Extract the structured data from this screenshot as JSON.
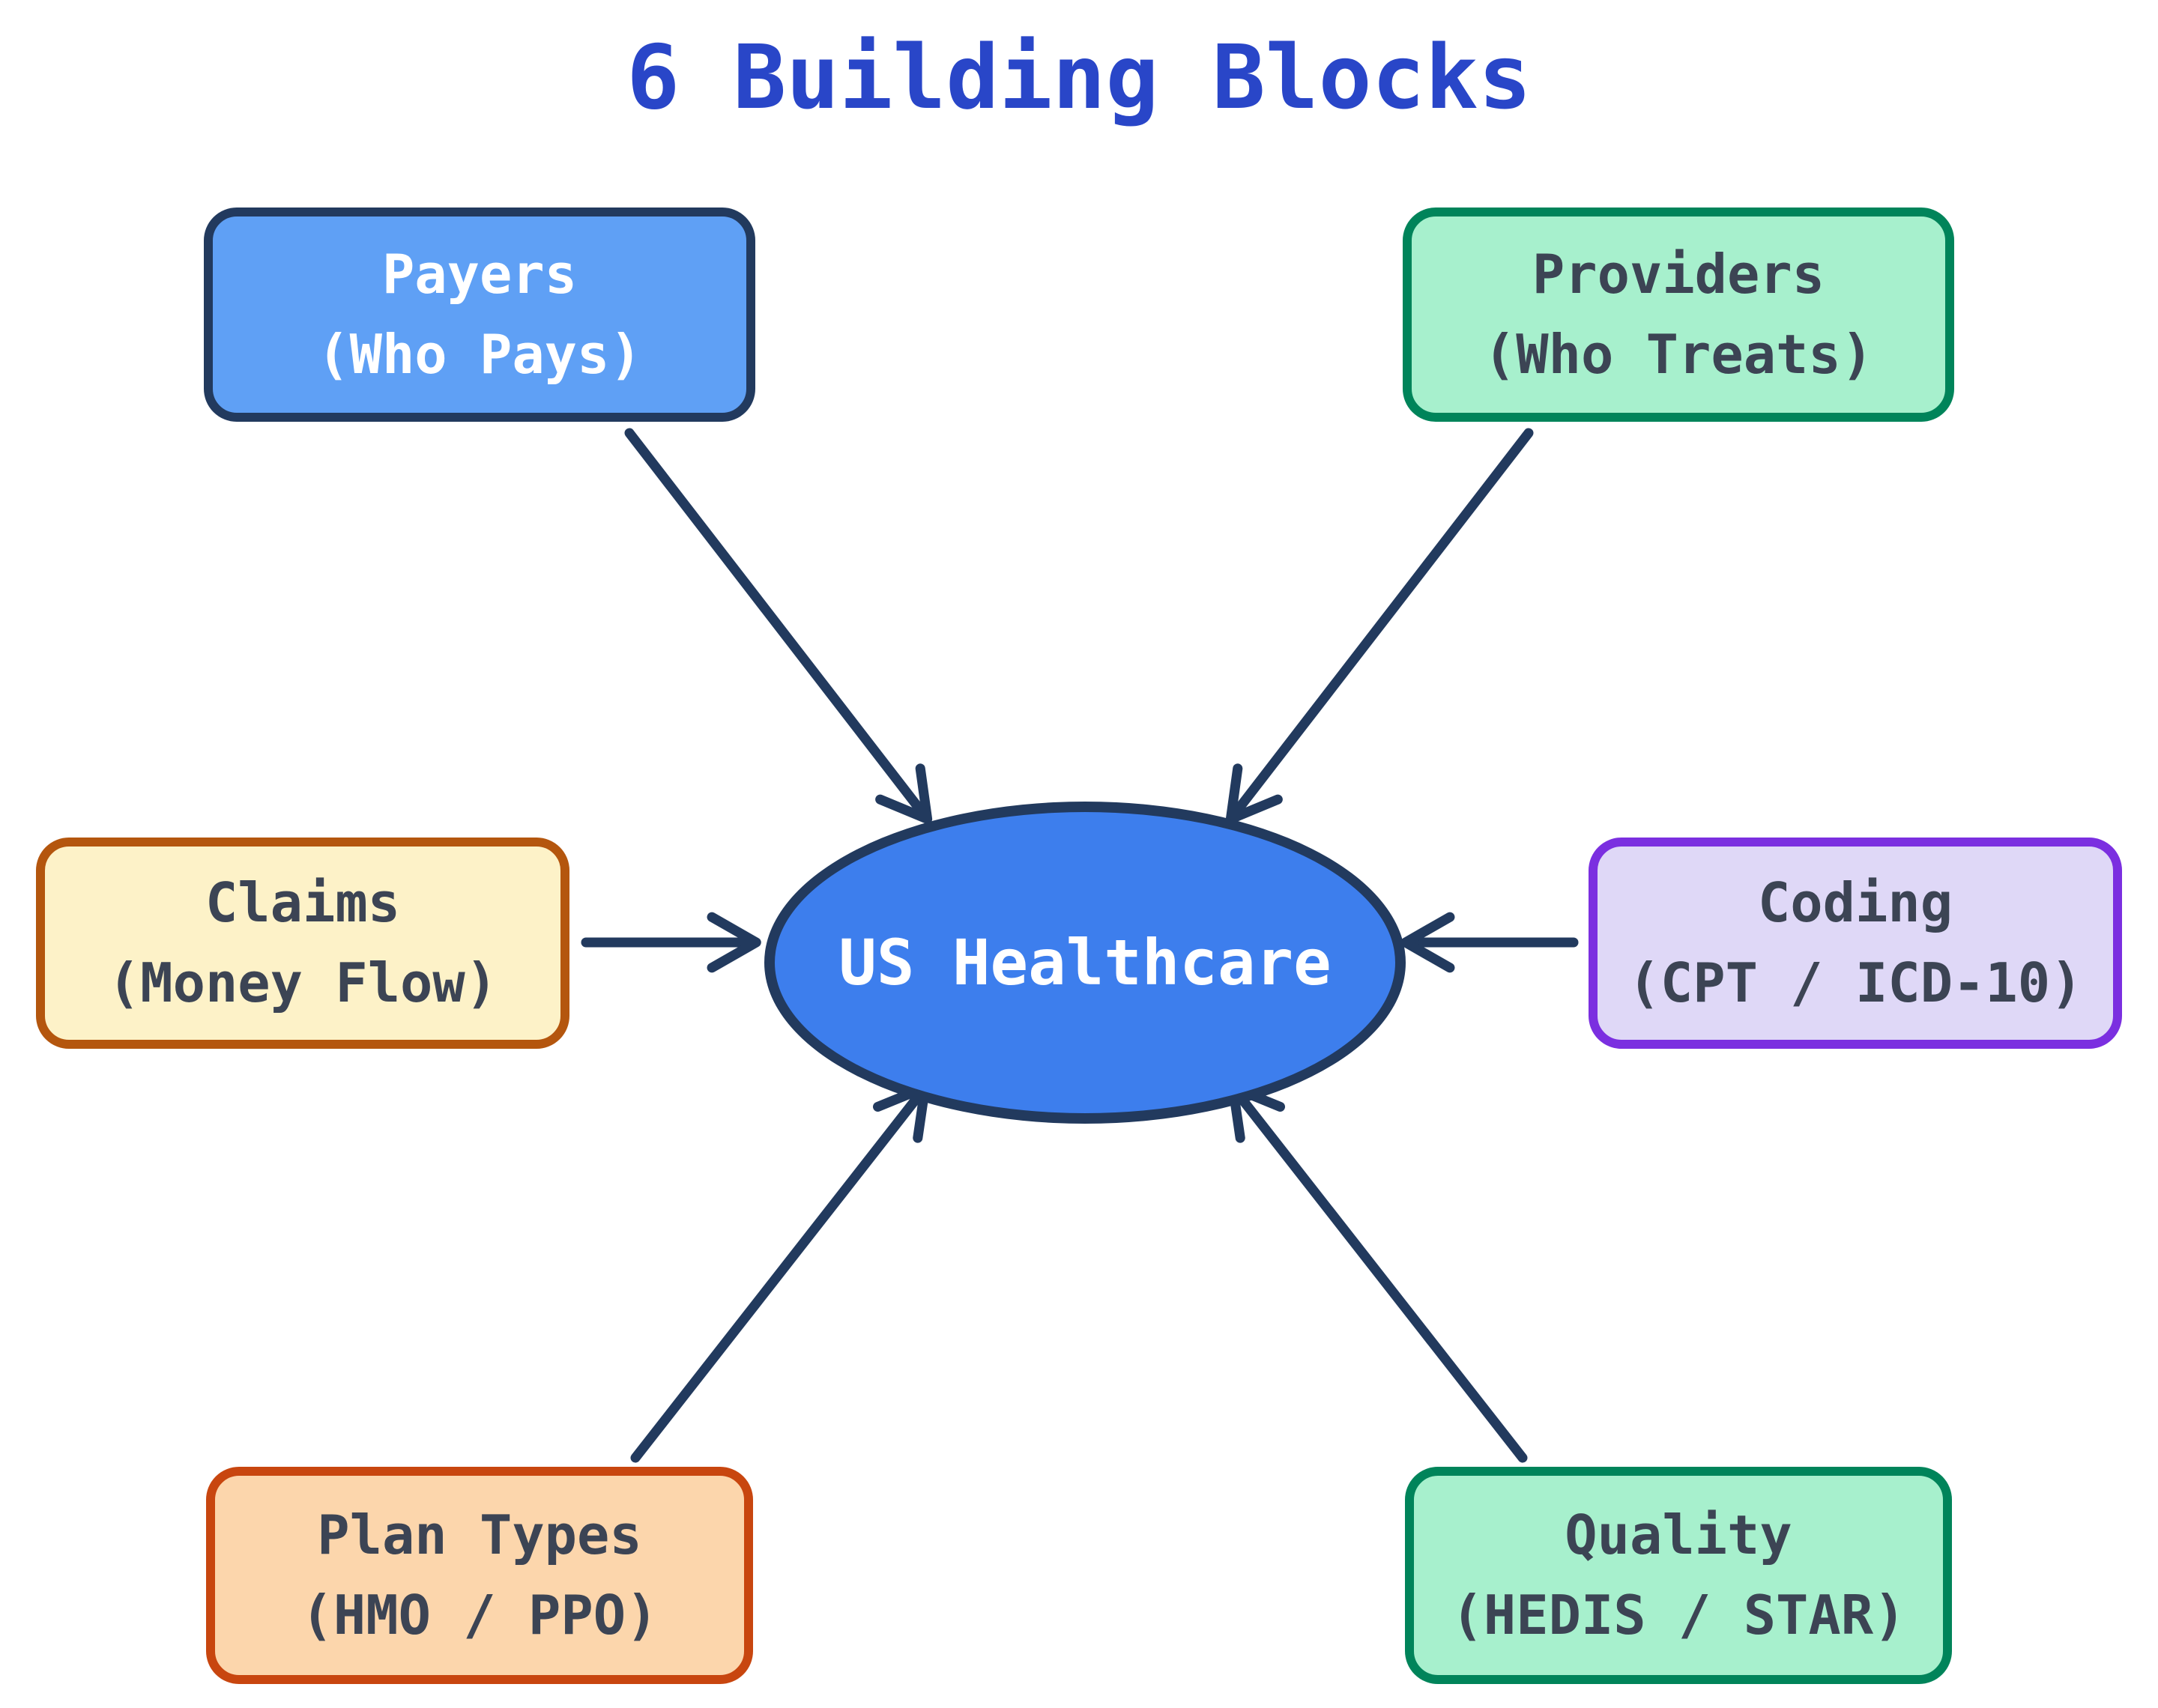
{
  "title": {
    "text": "6 Building Blocks",
    "color": "#2946C8"
  },
  "background": "#FFFFFF",
  "center": {
    "label": "US Healthcare",
    "fill": "#3D7EED",
    "border": "#223A5E",
    "text": "#FFFFFF"
  },
  "nodes": [
    {
      "id": "payers",
      "label": "Payers",
      "sublabel": "(Who Pays)",
      "fill": "#5FA0F5",
      "border": "#223A5E",
      "text": "#FFFFFF"
    },
    {
      "id": "providers",
      "label": "Providers",
      "sublabel": "(Who Treats)",
      "fill": "#A7F0CD",
      "border": "#00845A",
      "text": "#3C4454"
    },
    {
      "id": "claims",
      "label": "Claims",
      "sublabel": "(Money Flow)",
      "fill": "#FDF2C8",
      "border": "#B4560E",
      "text": "#3C4454"
    },
    {
      "id": "coding",
      "label": "Coding",
      "sublabel": "(CPT / ICD-10)",
      "fill": "#DFD8F7",
      "border": "#7B2FE0",
      "text": "#3C4454"
    },
    {
      "id": "plan-types",
      "label": "Plan Types",
      "sublabel": "(HMO / PPO)",
      "fill": "#FCD6AC",
      "border": "#C8460F",
      "text": "#3C4454"
    },
    {
      "id": "quality",
      "label": "Quality",
      "sublabel": "(HEDIS / STAR)",
      "fill": "#A7F0CD",
      "border": "#00845A",
      "text": "#3C4454"
    }
  ],
  "arrows": {
    "color": "#223A5E",
    "connections": [
      {
        "from": "payers",
        "to": "us-healthcare"
      },
      {
        "from": "providers",
        "to": "us-healthcare"
      },
      {
        "from": "claims",
        "to": "us-healthcare"
      },
      {
        "from": "coding",
        "to": "us-healthcare"
      },
      {
        "from": "plan-types",
        "to": "us-healthcare"
      },
      {
        "from": "quality",
        "to": "us-healthcare"
      }
    ]
  }
}
